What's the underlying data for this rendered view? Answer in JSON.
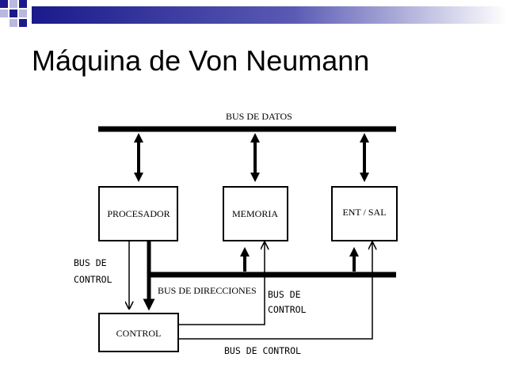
{
  "slide": {
    "title": "Máquina de Von Neumann",
    "colors": {
      "banner_dark": "#1a1a8c",
      "banner_light": "#ffffff"
    }
  },
  "diagram": {
    "components": {
      "processor": "PROCESADOR",
      "memory": "MEMORIA",
      "io": "ENT / SAL",
      "control": "CONTROL"
    },
    "buses": {
      "data": "BUS DE DATOS",
      "address": "BUS DE DIRECCIONES",
      "control_left_line1": "BUS DE",
      "control_left_line2": "CONTROL",
      "control_mid_line1": "BUS DE",
      "control_mid_line2": "CONTROL",
      "control_bottom": "BUS DE CONTROL"
    }
  }
}
